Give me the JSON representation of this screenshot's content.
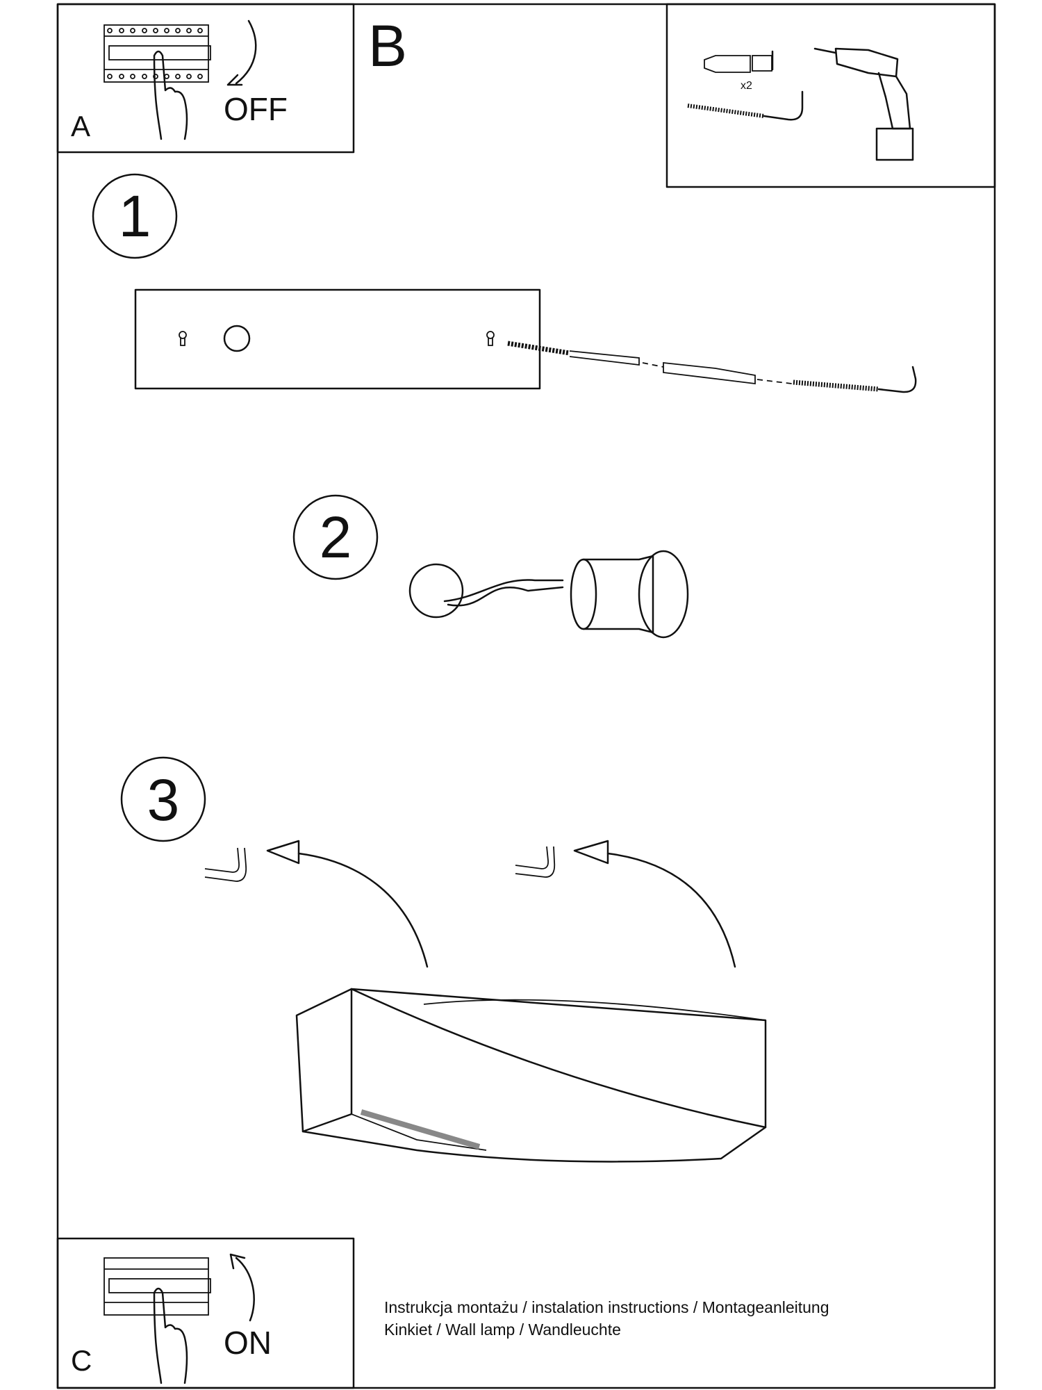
{
  "panels": {
    "a": {
      "label": "A",
      "action": "OFF"
    },
    "b": {
      "label": "B",
      "quantity": "x2"
    },
    "c": {
      "label": "C",
      "action": "ON"
    }
  },
  "steps": [
    {
      "number": "1"
    },
    {
      "number": "2"
    },
    {
      "number": "3"
    }
  ],
  "footer": {
    "line1": "Instrukcja montażu / instalation instructions / Montageanleitung",
    "line2": "Kinkiet / Wall lamp / Wandleuchte"
  }
}
